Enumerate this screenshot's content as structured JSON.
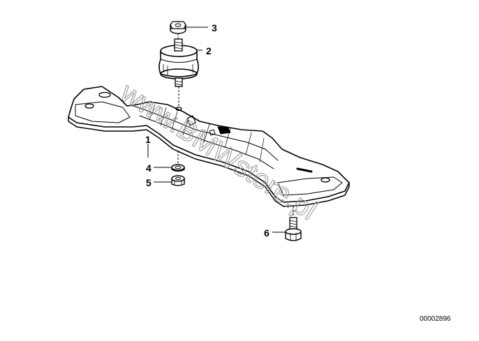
{
  "diagram": {
    "callouts": [
      {
        "id": "1",
        "label": "1"
      },
      {
        "id": "2",
        "label": "2"
      },
      {
        "id": "3",
        "label": "3"
      },
      {
        "id": "4",
        "label": "4"
      },
      {
        "id": "5",
        "label": "5"
      },
      {
        "id": "6",
        "label": "6"
      }
    ],
    "part_number": "00002896",
    "watermark": "www.BMWstore.pl"
  }
}
